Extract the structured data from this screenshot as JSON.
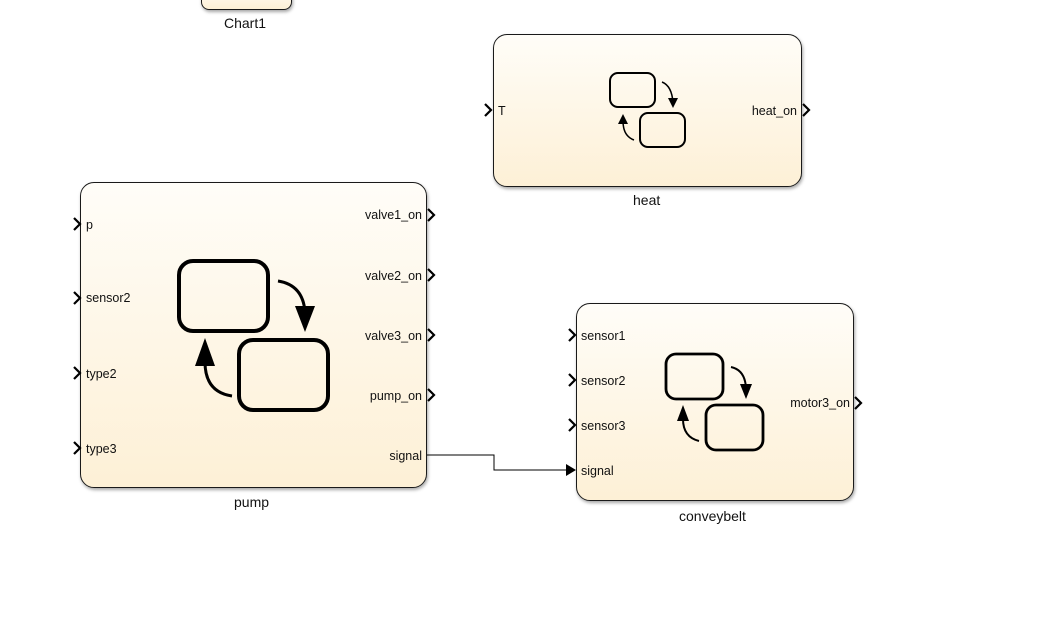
{
  "blocks": {
    "chart1": {
      "name": "Chart1"
    },
    "heat": {
      "name": "heat",
      "inputs": [
        "T"
      ],
      "outputs": [
        "heat_on"
      ]
    },
    "pump": {
      "name": "pump",
      "inputs": [
        "p",
        "sensor2",
        "type2",
        "type3"
      ],
      "outputs": [
        "valve1_on",
        "valve2_on",
        "valve3_on",
        "pump_on",
        "signal"
      ]
    },
    "conveybelt": {
      "name": "conveybelt",
      "inputs": [
        "sensor1",
        "sensor2",
        "sensor3",
        "signal"
      ],
      "outputs": [
        "motor3_on"
      ]
    }
  },
  "connections": [
    {
      "from": "pump.signal",
      "to": "conveybelt.signal"
    }
  ],
  "icons": {
    "chart_icon": "state-chart-icon",
    "input_port": "chevron-right-icon",
    "output_port": "chevron-right-icon"
  }
}
